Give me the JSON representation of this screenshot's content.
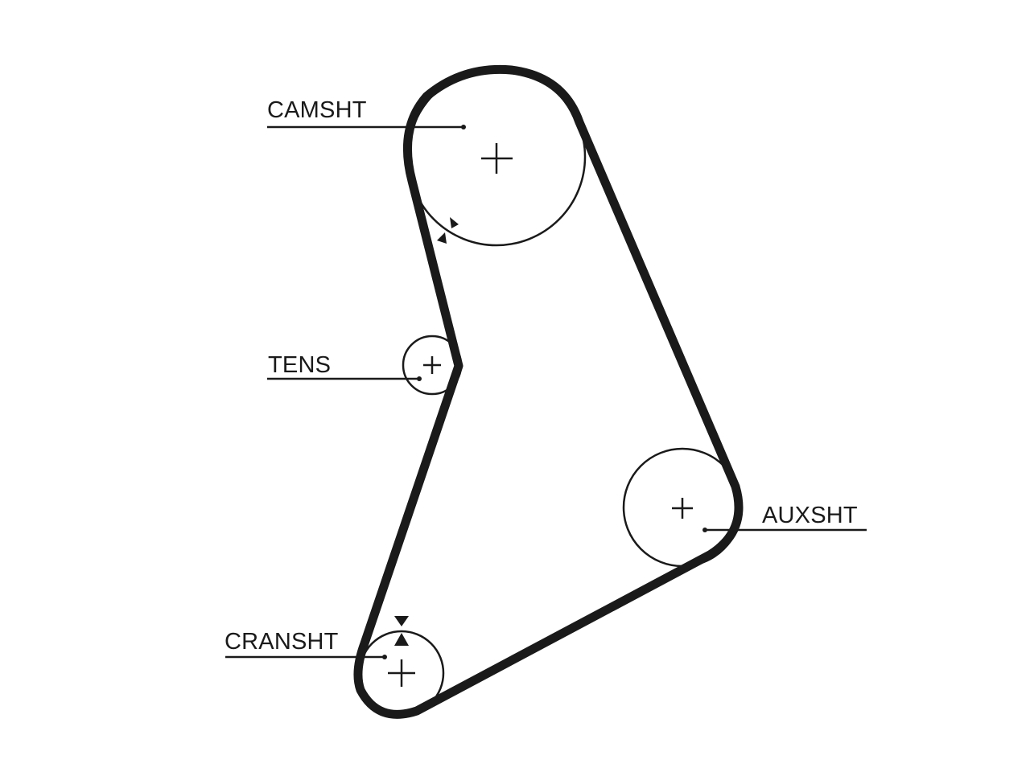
{
  "diagram": {
    "labels": {
      "camshaft": "CAMSHT",
      "tensioner": "TENS",
      "auxshaft": "AUXSHT",
      "crankshaft": "CRANSHT"
    },
    "colors": {
      "belt": "#1a1a1a",
      "pulley": "#1a1a1a",
      "text": "#1a1a1a",
      "background": "#ffffff"
    }
  }
}
